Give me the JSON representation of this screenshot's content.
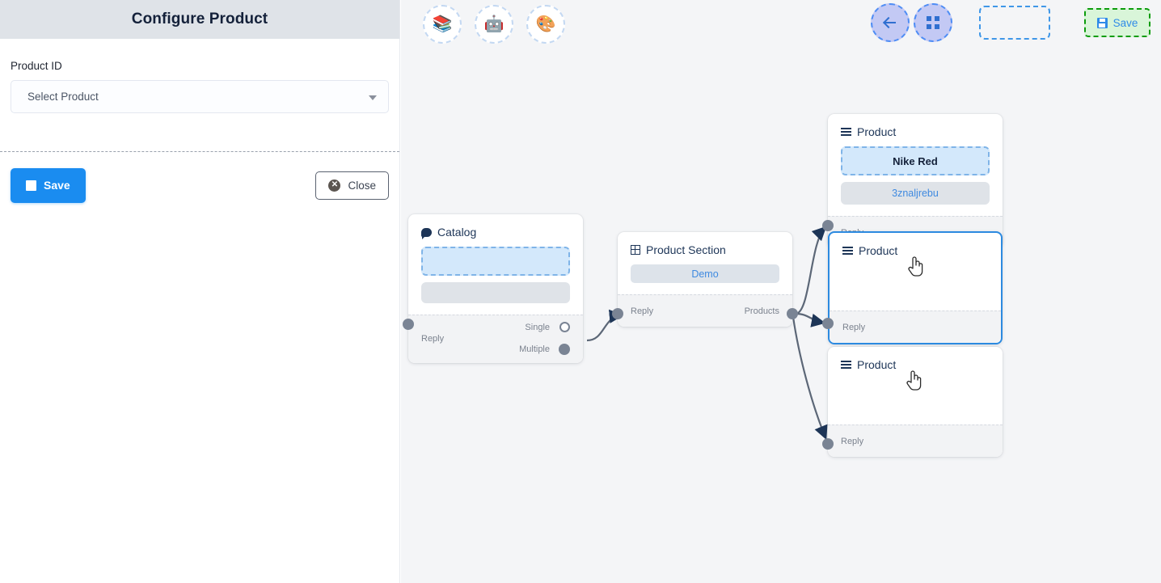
{
  "sidebar": {
    "title": "Configure Product",
    "field_label": "Product ID",
    "select": {
      "value": "Select Product",
      "caret_icon": "chevron-down-icon"
    },
    "save_label": "Save",
    "close_label": "Close",
    "save_icon": "floppy-disk-icon",
    "close_icon": "x-circle-icon"
  },
  "toolbar_left": {
    "buttons": [
      {
        "name": "stack-overflow-button",
        "icon": "stack-overflow-icon",
        "glyph": "📚"
      },
      {
        "name": "bot-button",
        "icon": "robot-icon",
        "glyph": "🤖"
      },
      {
        "name": "theme-button",
        "icon": "palette-icon",
        "glyph": "🎨"
      }
    ]
  },
  "toolbar_right": {
    "back_icon": "arrow-left-icon",
    "compress_icon": "compress-icon",
    "placeholder_name": "empty-toolbar-slot",
    "save_label": "Save",
    "save_icon": "floppy-disk-icon"
  },
  "nodes": [
    {
      "id": "catalog",
      "title": "Catalog",
      "icon": "chat-bubble-icon",
      "dash_value": "",
      "grey_value": "",
      "ports_in": [
        "Reply"
      ],
      "ports_out": [
        "Single",
        "Multiple"
      ]
    },
    {
      "id": "product-section",
      "title": "Product Section",
      "icon": "grid-icon",
      "demo_label": "Demo",
      "ports_in": [
        "Reply"
      ],
      "ports_out": [
        "Products"
      ]
    },
    {
      "id": "product-1",
      "title": "Product",
      "icon": "hamburger-icon",
      "dash_value": "Nike Red",
      "grey_value": "3znaljrebu",
      "ports_in": [
        "Reply"
      ]
    },
    {
      "id": "product-2",
      "title": "Product",
      "icon": "hamburger-icon",
      "selected": true,
      "ports_in": [
        "Reply"
      ]
    },
    {
      "id": "product-3",
      "title": "Product",
      "icon": "hamburger-icon",
      "ports_in": [
        "Reply"
      ]
    }
  ],
  "colors": {
    "accent_blue": "#1a8cf0",
    "node_title": "#1d3557",
    "canvas_bg": "#f4f5f7",
    "header_bg": "#dfe3e8",
    "selected_border": "#2c8ae0",
    "save_green_bg": "#d9f5d9",
    "save_green_border": "#0c9c0c",
    "port_dot": "#7a8494"
  }
}
